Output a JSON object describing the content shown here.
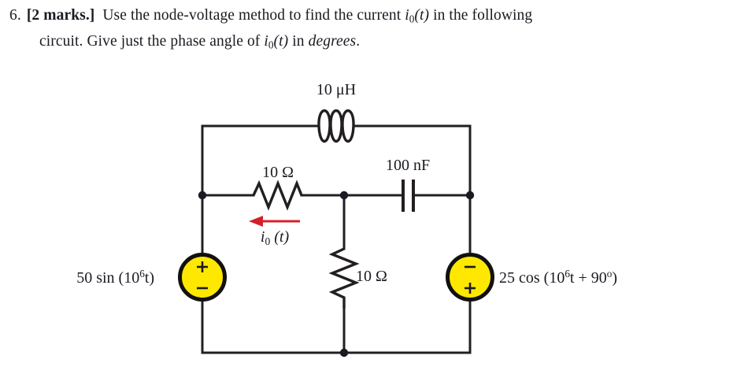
{
  "question": {
    "number": "6.",
    "marks": "[2 marks.]",
    "line1_before": "Use the node-voltage method to find the current",
    "line1_symbol_base": "i",
    "line1_symbol_sub": "0",
    "line1_symbol_arg": "(t)",
    "line1_after": "in the following",
    "line2_before": "circuit. Give just the phase angle of",
    "line2_symbol_base": "i",
    "line2_symbol_sub": "0",
    "line2_symbol_arg": "(t)",
    "line2_mid": "in",
    "line2_emph": "degrees",
    "line2_end": "."
  },
  "circuit": {
    "title": "AC circuit with two independent voltage sources",
    "components": {
      "inductor": {
        "label": "10 μH",
        "name": "inductor-10uH"
      },
      "resistor_horizontal": {
        "label": "10 Ω",
        "name": "resistor-horizontal-10ohm"
      },
      "capacitor": {
        "label": "100 nF",
        "name": "capacitor-100nF"
      },
      "resistor_vertical": {
        "label": "10 Ω",
        "name": "resistor-vertical-10ohm"
      },
      "current_arrow": {
        "label_base": "i",
        "label_sub": "0",
        "label_arg": "(t)",
        "direction": "left",
        "color": "#d42028"
      },
      "source_left": {
        "expression_prefix": "50 sin (10",
        "expression_exponent": "6",
        "expression_suffix": "t)",
        "terminal_top": "+",
        "terminal_bottom": "−",
        "fill": "#ffe800",
        "stroke": "#111111"
      },
      "source_right": {
        "expression_prefix": "25 cos (10",
        "expression_exponent": "6",
        "expression_mid": "t + 90",
        "expression_degree": "o",
        "expression_suffix": ")",
        "terminal_top": "−",
        "terminal_bottom": "+",
        "fill": "#ffe800",
        "stroke": "#111111"
      }
    },
    "wire_color": "#231f20",
    "node_dots": 4
  }
}
